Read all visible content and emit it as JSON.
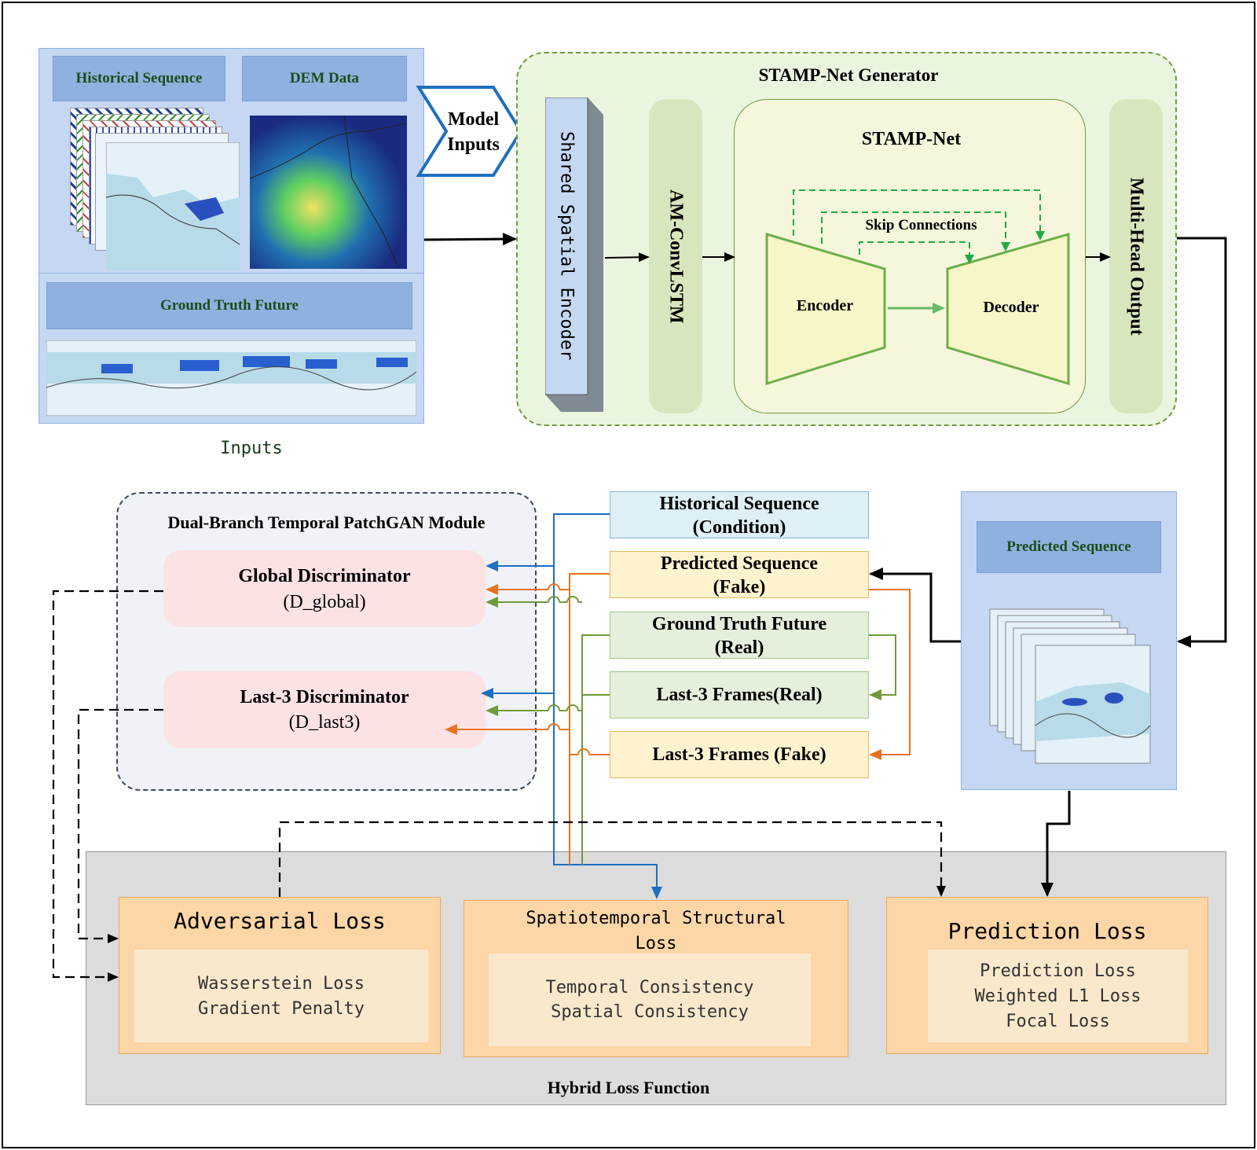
{
  "inputs": {
    "historical_sequence": "Historical Sequence",
    "dem_data": "DEM Data",
    "ground_truth_future": "Ground Truth Future",
    "caption": "Inputs"
  },
  "model_inputs": "Model Inputs",
  "generator": {
    "title": "STAMP-Net Generator",
    "shared_encoder": "Shared Spatial Encoder",
    "am_convlstm": "AM-ConvLSTM",
    "stampnet": "STAMP-Net",
    "skip_connections": "Skip Connections",
    "encoder": "Encoder",
    "decoder": "Decoder",
    "multi_head": "Multi-Head Output"
  },
  "discriminator": {
    "title": "Dual-Branch Temporal PatchGAN Module",
    "global_title": "Global Discriminator",
    "global_sub": "(D_global)",
    "last3_title": "Last-3 Discriminator",
    "last3_sub": "(D_last3)"
  },
  "sequences": {
    "historical_l1": "Historical Sequence",
    "historical_l2": "(Condition)",
    "predicted_l1": "Predicted Sequence",
    "predicted_l2": "(Fake)",
    "gt_l1": "Ground Truth Future",
    "gt_l2": "(Real)",
    "last3_real": "Last-3 Frames(Real)",
    "last3_fake": "Last-3 Frames (Fake)"
  },
  "predicted_panel": {
    "title": "Predicted Sequence"
  },
  "loss": {
    "title": "Hybrid Loss Function",
    "adversarial": {
      "title": "Adversarial Loss",
      "l1": "Wasserstein Loss",
      "l2": "Gradient Penalty"
    },
    "spatiotemporal": {
      "title_l1": "Spatiotemporal Structural",
      "title_l2": "Loss",
      "l1": "Temporal Consistency",
      "l2": "Spatial Consistency"
    },
    "prediction": {
      "title": "Prediction Loss",
      "l1": "Prediction Loss",
      "l2": "Weighted L1 Loss",
      "l3": "Focal Loss"
    }
  },
  "colors": {
    "blue_arrow": "#1f6fc0",
    "orange_arrow": "#e8731f",
    "green_arrow": "#6f9a3a",
    "generator_bg": "#eaf5df",
    "discriminator_box": "#fde2e4"
  },
  "icons": {
    "model_inputs_arrow": "chevron-right-icon"
  }
}
